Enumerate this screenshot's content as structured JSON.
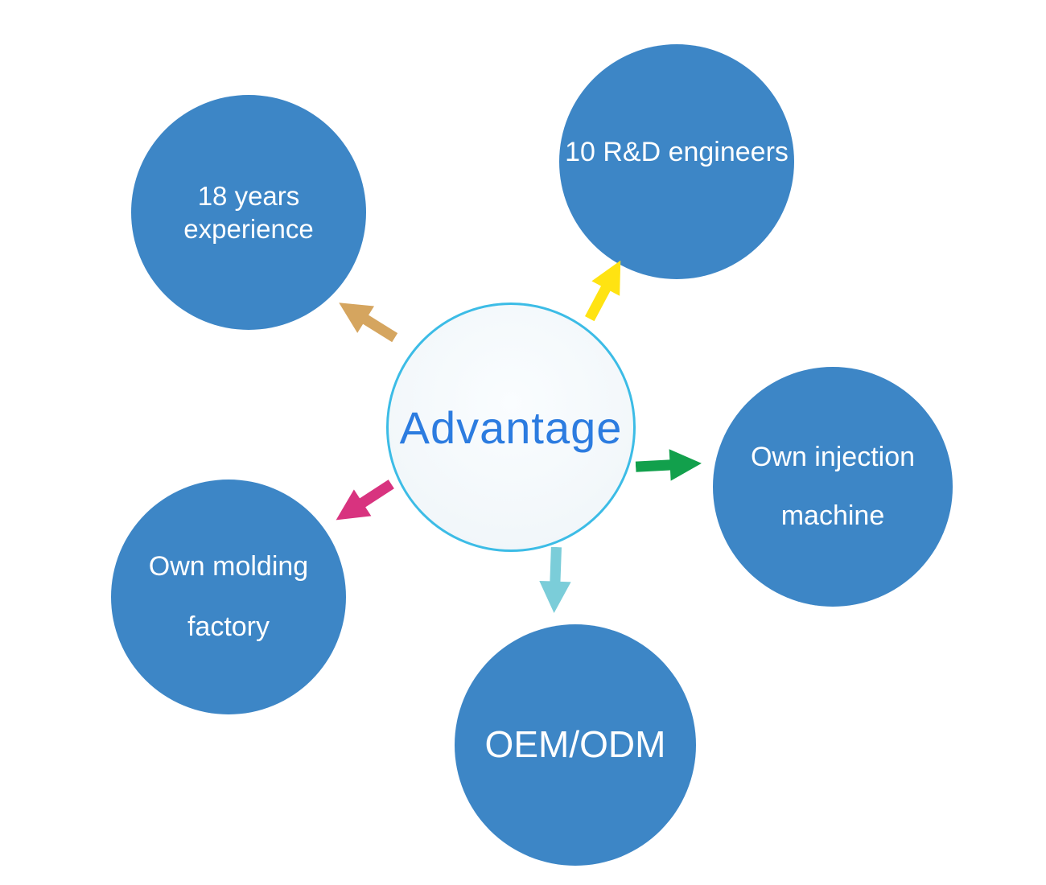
{
  "title": "Advantage",
  "center": {
    "label": "Advantage",
    "text_color": "#2c7ce0",
    "border_color": "#3cbce6",
    "fill": "#f4f8fb"
  },
  "colors": {
    "node_fill": "#3d86c6",
    "node_text": "#ffffff",
    "background": "#ffffff"
  },
  "nodes": [
    {
      "id": "experience",
      "label": "18 years experience"
    },
    {
      "id": "rnd",
      "label": "10 R&D engineers"
    },
    {
      "id": "injection",
      "label": "Own injection machine",
      "lines": [
        "Own injection",
        "machine"
      ]
    },
    {
      "id": "molding",
      "label": "Own molding factory",
      "lines": [
        "Own molding",
        "factory"
      ]
    },
    {
      "id": "oem",
      "label": "OEM/ODM"
    }
  ],
  "arrows": [
    {
      "id": "to-experience",
      "direction": "up-left",
      "color": "#d5a55f"
    },
    {
      "id": "to-rnd",
      "direction": "up-right",
      "color": "#ffe312"
    },
    {
      "id": "to-injection",
      "direction": "right",
      "color": "#12a04c"
    },
    {
      "id": "to-molding",
      "direction": "down-left",
      "color": "#d8337f"
    },
    {
      "id": "to-oem",
      "direction": "down",
      "color": "#7bcdd9"
    }
  ]
}
